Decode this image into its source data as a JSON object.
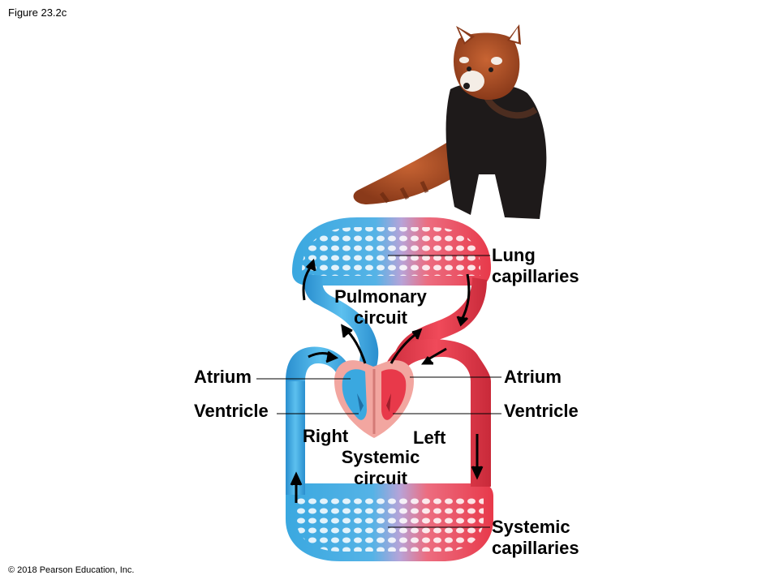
{
  "figure_number": "Figure 23.2c",
  "copyright": "© 2018 Pearson Education, Inc.",
  "labels": {
    "lung_capillaries_1": "Lung",
    "lung_capillaries_2": "capillaries",
    "pulmonary_1": "Pulmonary",
    "pulmonary_2": "circuit",
    "atrium_left_side": "Atrium",
    "atrium_right_side": "Atrium",
    "ventricle_left_side": "Ventricle",
    "ventricle_right_side": "Ventricle",
    "right": "Right",
    "left": "Left",
    "systemic_1": "Systemic",
    "systemic_2": "circuit",
    "systemic_capillaries_1": "Systemic",
    "systemic_capillaries_2": "capillaries"
  },
  "colors": {
    "oxygen_poor": "#3aa8e0",
    "oxygen_rich": "#e8394a",
    "heart_tissue": "#f2a6a0",
    "panda_fur": "#b5532a",
    "panda_body": "#1e1a1a"
  },
  "icons": {
    "animal": "red-panda-image",
    "flow": "arrow-icon"
  }
}
